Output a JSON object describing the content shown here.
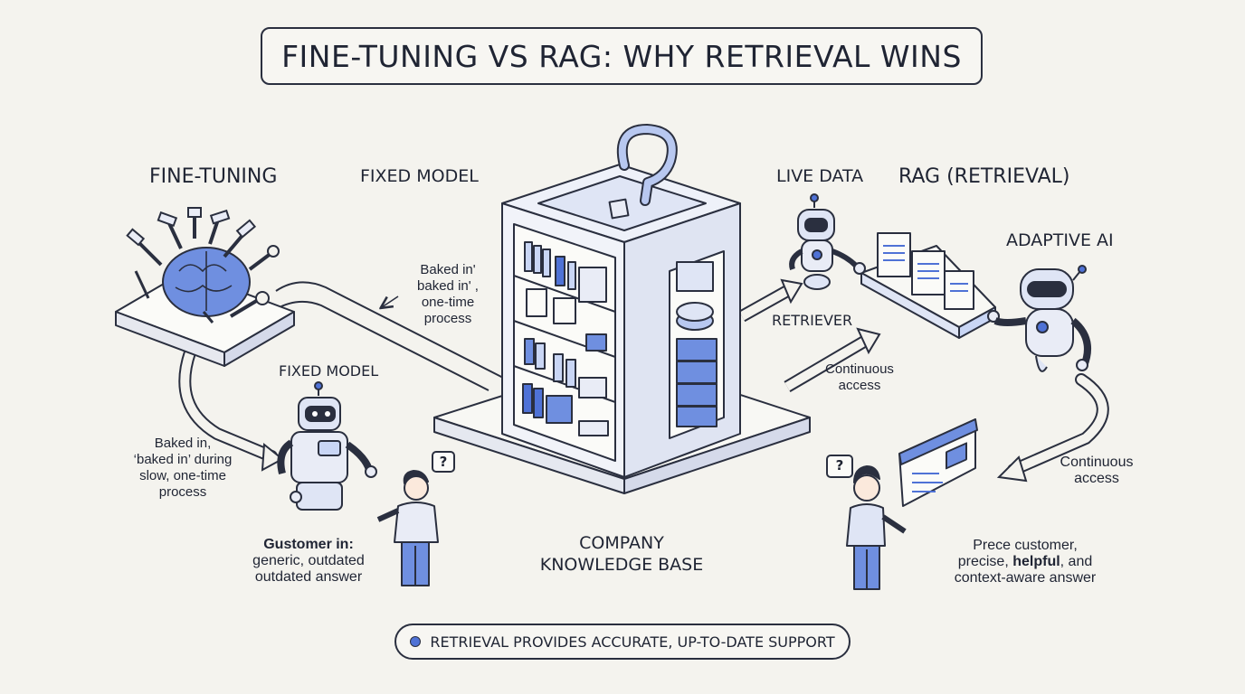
{
  "title": "FINE-TUNING VS RAG: WHY RETRIEVAL WINS",
  "left": {
    "heading": "FINE-TUNING",
    "fixed_model_top": "FIXED MODEL",
    "fixed_model_robot": "FIXED MODEL",
    "note_baked_top": [
      "Baked in'",
      "baked in' ,",
      "one-time",
      "process"
    ],
    "note_baked_left": [
      "Baked in,",
      "‘baked in’ during",
      "slow, one-time",
      "process"
    ],
    "customer_bold": "Gustomer in:",
    "customer_lines": [
      "generic, outdated",
      "outdated answer"
    ]
  },
  "center": {
    "kb_label_line1": "COMPANY",
    "kb_label_line2": "KNOWLEDGE BASE"
  },
  "right": {
    "heading": "RAG (RETRIEVAL)",
    "live_data": "LIVE DATA",
    "adaptive_ai": "ADAPTIVE AI",
    "retriever": "RETRIEVER",
    "continuous_access_1": [
      "Continuous",
      "access"
    ],
    "continuous_access_2": [
      "Continuous",
      "access"
    ],
    "answer_line1": "Prece customer,",
    "answer_line2_pre": "precise, ",
    "answer_line2_bold": "helpful",
    "answer_line2_post": ", and",
    "answer_line3": "context-aware answer"
  },
  "question_mark": "?",
  "footer": "RETRIEVAL PROVIDES ACCURATE, UP-TO-DATE SUPPORT",
  "colors": {
    "accent": "#4f72d6",
    "accent_light": "#c9d6f5",
    "ink": "#2a2f3f",
    "bg": "#f4f3ee"
  }
}
